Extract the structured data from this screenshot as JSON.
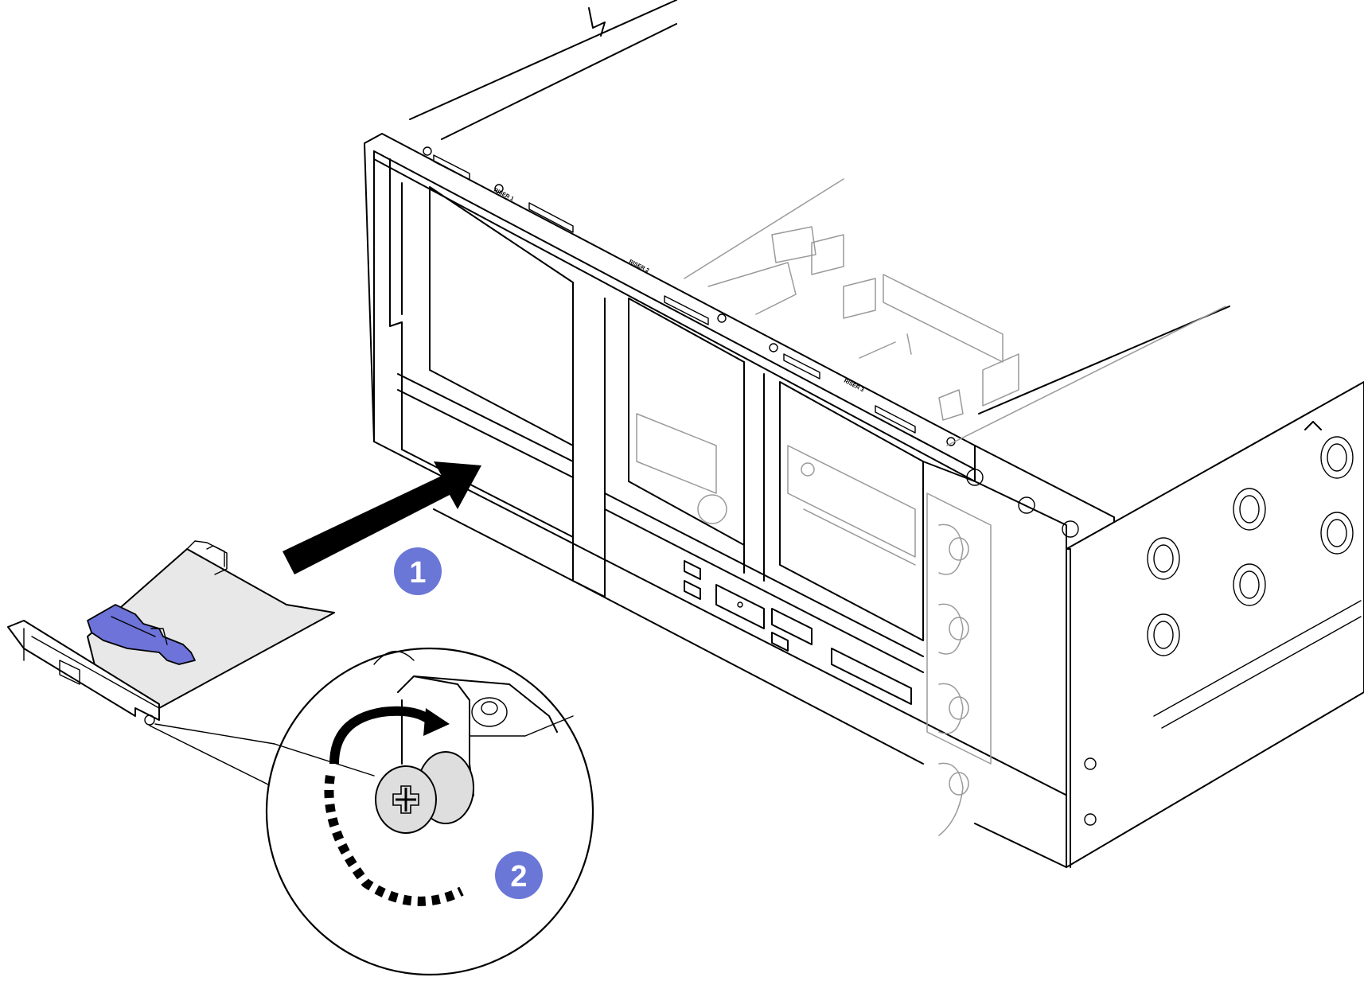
{
  "figure": {
    "colors": {
      "line": "#000000",
      "ghost": "#9a9a9a",
      "callout": "#6a77d6",
      "latch": "#6d73d8",
      "card": "#e8e8e8",
      "screw": "#dedede",
      "background": "#ffffff"
    },
    "chassis_labels": {
      "riser_1": "RISER 1",
      "riser_2": "RISER 2",
      "riser_3": "RISER 3"
    },
    "callouts": [
      {
        "label": "1",
        "step": "insert adapter into slot"
      },
      {
        "label": "2",
        "step": "tighten thumbscrew"
      }
    ],
    "icons": [
      "arrow-icon",
      "rotate-arrow-icon",
      "screw-icon"
    ]
  }
}
